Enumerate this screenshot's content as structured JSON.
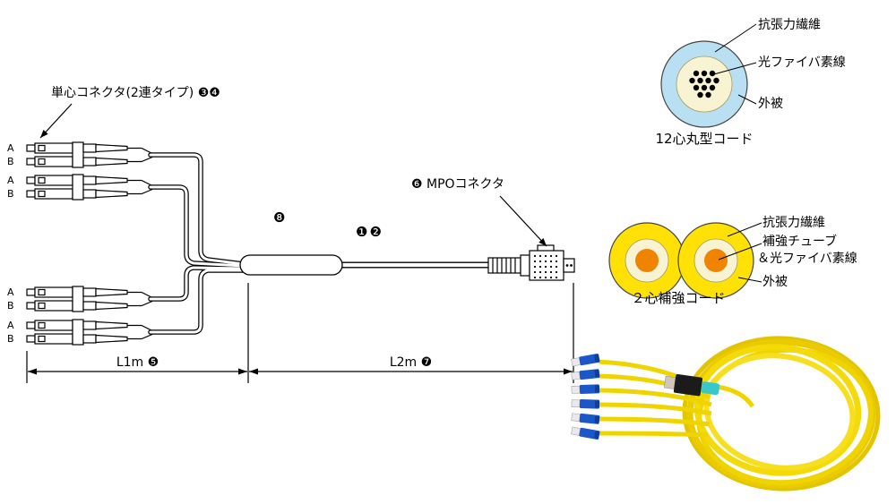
{
  "drawing": {
    "connector_label": "単心コネクタ(2連タイプ) ❸❹",
    "mpo_label": "❻ MPOコネクタ",
    "fanout_marker": "❽",
    "trunk_marker": "❶❷",
    "dim_l1": "L1m ❺",
    "dim_l2": "L2m ❼",
    "ab": {
      "a": "A",
      "b": "B"
    }
  },
  "cross_section_12core": {
    "caption": "12心丸型コード",
    "labels": [
      "抗張力繊維",
      "光ファイバ素線",
      "外被"
    ],
    "colors": {
      "sheath": "#b9e0f2",
      "inner": "#f8f3d2",
      "fiber": "#000000"
    }
  },
  "cross_section_2core": {
    "caption": "２心補強コード",
    "labels": [
      "抗張力繊維",
      "補強チューブ",
      "＆光ファイバ素線",
      "外被"
    ],
    "colors": {
      "sheath": "#ffe105",
      "inner": "#f8f3d2",
      "core": "#f08300"
    }
  },
  "photo": {
    "cable_color": "#f0d400",
    "lc_connector_color": "#1a57c8",
    "mpo_boot_color": "#38c8cc"
  }
}
